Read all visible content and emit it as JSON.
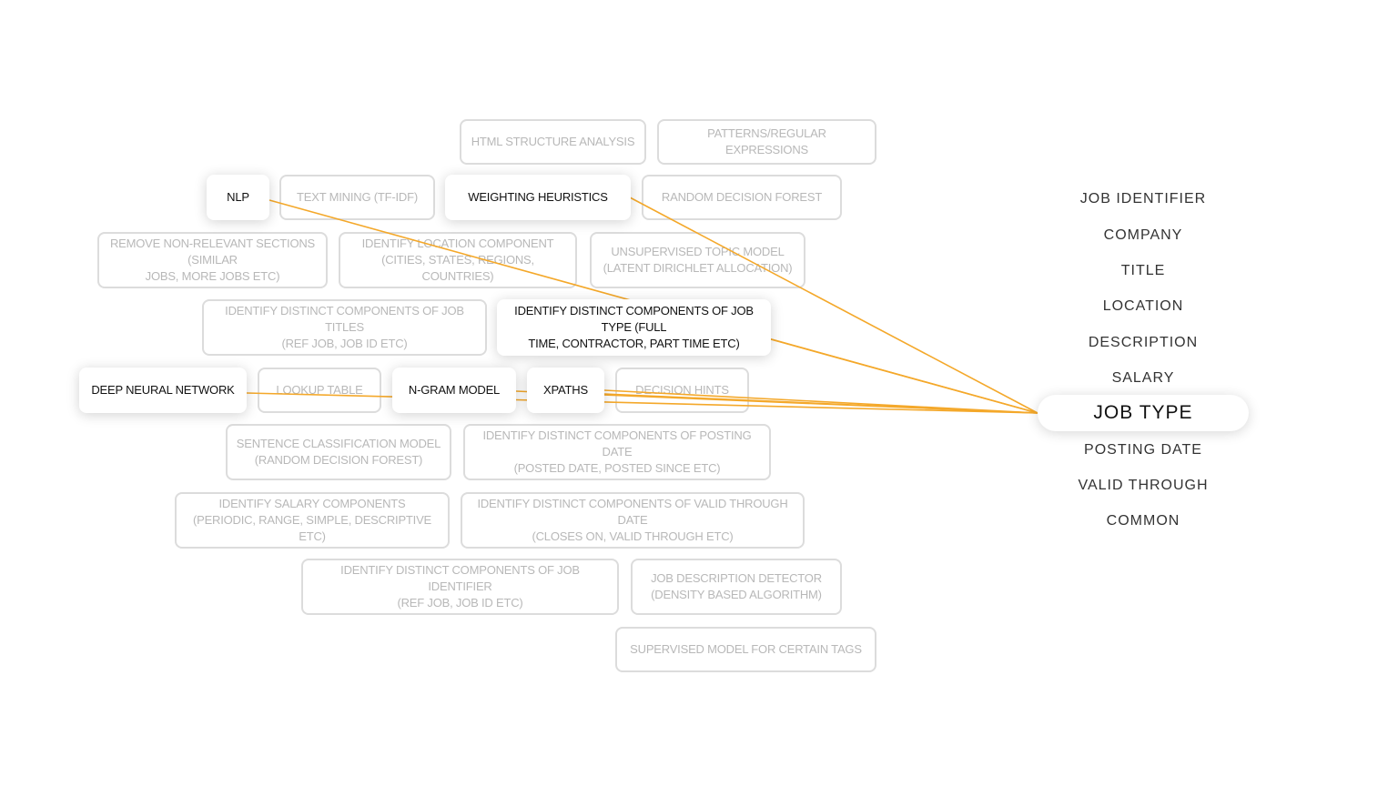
{
  "accent_color": "#f4a82a",
  "techniques": [
    {
      "id": "html",
      "label": "HTML STRUCTURE ANALYSIS",
      "active": false
    },
    {
      "id": "patterns",
      "label": "PATTERNS/REGULAR EXPRESSIONS",
      "active": false
    },
    {
      "id": "nlp",
      "label": "NLP",
      "active": true
    },
    {
      "id": "tfidf",
      "label": "TEXT MINING (TF-IDF)",
      "active": false
    },
    {
      "id": "weighting",
      "label": "WEIGHTING HEURISTICS",
      "active": true
    },
    {
      "id": "forest",
      "label": "RANDOM DECISION FOREST",
      "active": false
    },
    {
      "id": "remove",
      "label": "REMOVE NON-RELEVANT SECTIONS (SIMILAR\nJOBS, MORE JOBS ETC)",
      "active": false
    },
    {
      "id": "location",
      "label": "IDENTIFY LOCATION COMPONENT\n(CITIES, STATES, REGIONS, COUNTRIES)",
      "active": false
    },
    {
      "id": "lda",
      "label": "UNSUPERVISED TOPIC MODEL\n(LATENT DIRICHLET ALLOCATION)",
      "active": false
    },
    {
      "id": "titles",
      "label": "IDENTIFY DISTINCT COMPONENTS OF JOB TITLES\n(REF JOB, JOB ID ETC)",
      "active": false
    },
    {
      "id": "jobtype",
      "label": "IDENTIFY DISTINCT COMPONENTS OF JOB TYPE (FULL\nTIME, CONTRACTOR, PART TIME ETC)",
      "active": true
    },
    {
      "id": "dnn",
      "label": "DEEP NEURAL NETWORK",
      "active": true
    },
    {
      "id": "lookup",
      "label": "LOOKUP TABLE",
      "active": false
    },
    {
      "id": "ngram",
      "label": "N-GRAM MODEL",
      "active": true
    },
    {
      "id": "xpaths",
      "label": "XPATHS",
      "active": true
    },
    {
      "id": "hints",
      "label": "DECISION HINTS",
      "active": false
    },
    {
      "id": "sentence",
      "label": "SENTENCE CLASSIFICATION MODEL\n(RANDOM DECISION FOREST)",
      "active": false
    },
    {
      "id": "postingdate",
      "label": "IDENTIFY DISTINCT COMPONENTS OF POSTING DATE\n(POSTED DATE, POSTED SINCE ETC)",
      "active": false
    },
    {
      "id": "salary",
      "label": "IDENTIFY SALARY COMPONENTS\n(PERIODIC, RANGE, SIMPLE, DESCRIPTIVE ETC)",
      "active": false
    },
    {
      "id": "validthrough",
      "label": "IDENTIFY DISTINCT COMPONENTS OF VALID THROUGH DATE\n(CLOSES ON, VALID THROUGH ETC)",
      "active": false
    },
    {
      "id": "identifier",
      "label": "IDENTIFY DISTINCT COMPONENTS OF JOB IDENTIFIER\n(REF JOB, JOB ID ETC)",
      "active": false
    },
    {
      "id": "description",
      "label": "JOB DESCRIPTION DETECTOR\n(DENSITY BASED ALGORITHM)",
      "active": false
    },
    {
      "id": "supervised",
      "label": "SUPERVISED MODEL FOR CERTAIN TAGS",
      "active": false
    }
  ],
  "fields": [
    {
      "label": "JOB IDENTIFIER",
      "selected": false
    },
    {
      "label": "COMPANY",
      "selected": false
    },
    {
      "label": "TITLE",
      "selected": false
    },
    {
      "label": "LOCATION",
      "selected": false
    },
    {
      "label": "DESCRIPTION",
      "selected": false
    },
    {
      "label": "SALARY",
      "selected": false
    },
    {
      "label": "JOB TYPE",
      "selected": true
    },
    {
      "label": "POSTING DATE",
      "selected": false
    },
    {
      "label": "VALID THROUGH",
      "selected": false
    },
    {
      "label": "COMMON",
      "selected": false
    }
  ],
  "connections": [
    {
      "from": "nlp",
      "to": "JOB TYPE"
    },
    {
      "from": "weighting",
      "to": "JOB TYPE"
    },
    {
      "from": "jobtype",
      "to": "JOB TYPE"
    },
    {
      "from": "dnn",
      "to": "JOB TYPE"
    },
    {
      "from": "ngram",
      "to": "JOB TYPE"
    },
    {
      "from": "xpaths",
      "to": "JOB TYPE"
    }
  ]
}
